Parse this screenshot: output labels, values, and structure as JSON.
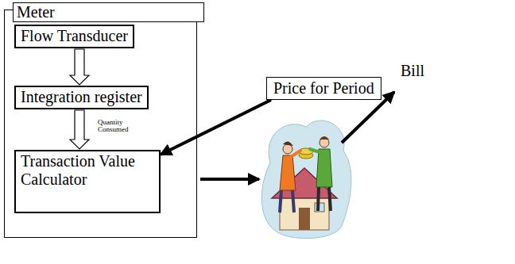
{
  "diagram": {
    "nodes": [
      {
        "text": [
          "Meter"
        ]
      },
      {
        "text": [
          "Flow Transducer"
        ],
        "in": 0
      },
      {
        "text": [
          "Integration register"
        ],
        "in": 0
      },
      {
        "text": [
          "Transaction Value Calculator"
        ],
        "in": 0
      },
      {
        "text": [
          "Price for Period"
        ]
      }
    ],
    "edges": [
      {
        "from": 1,
        "to": 2,
        "arrow": "to"
      },
      {
        "from": 2,
        "to": 3,
        "arrow": "to",
        "label": "Quantity Consumed"
      },
      {
        "from": 4,
        "to": 3,
        "arrow": "to"
      }
    ],
    "labels": [
      "Bill"
    ]
  }
}
